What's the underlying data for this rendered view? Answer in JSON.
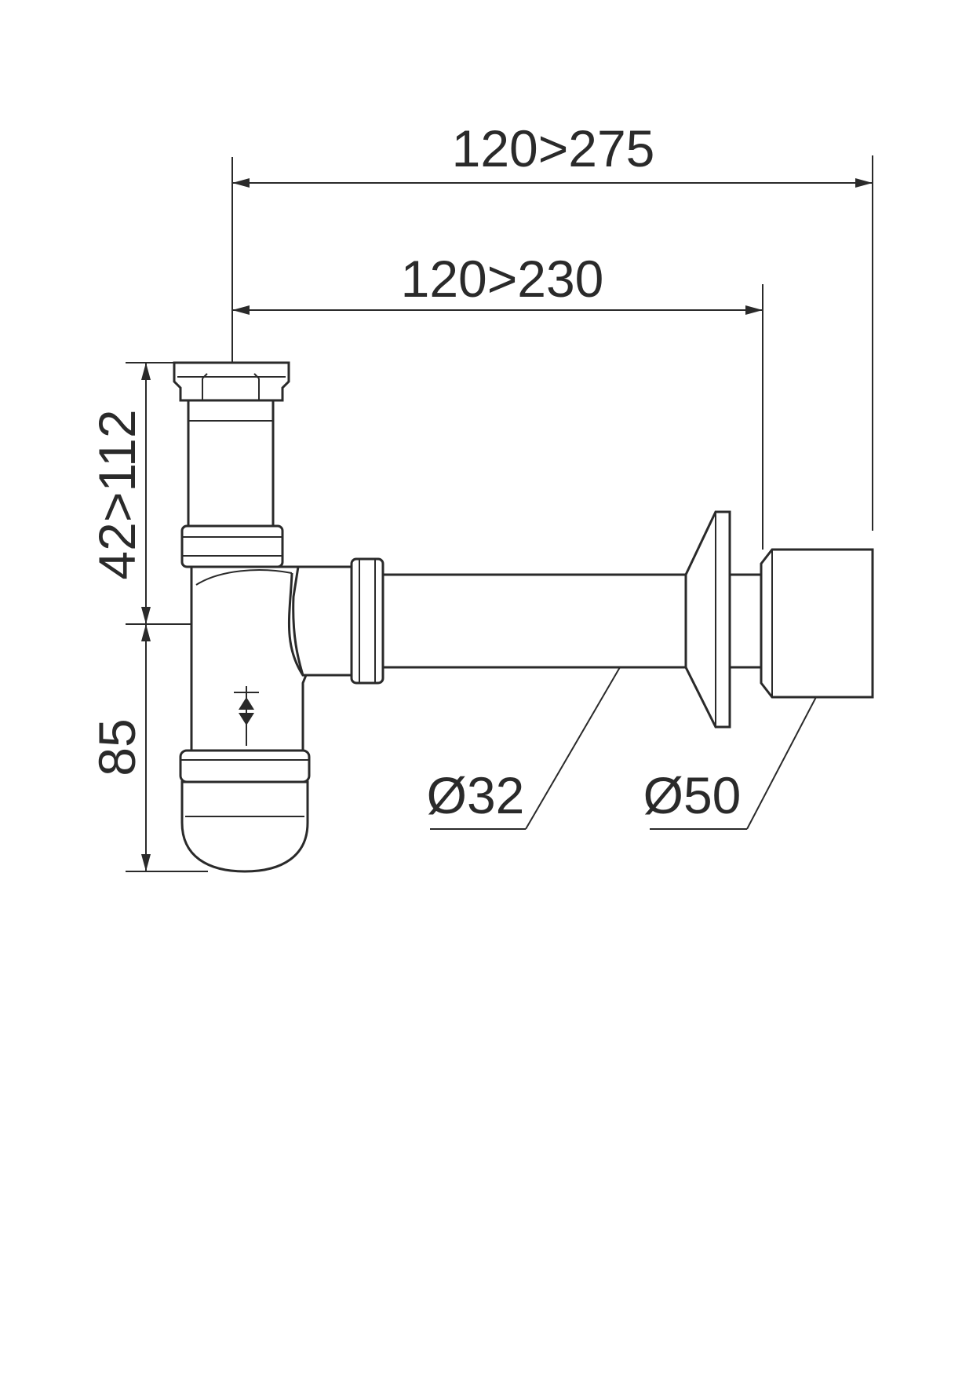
{
  "dimensions": {
    "overall_length": "120>275",
    "wall_offset": "120>230",
    "tailpiece_height": "42>112",
    "seal_depth": "85",
    "pipe_diameter": "Ø32",
    "outlet_diameter": "Ø50"
  },
  "colors": {
    "line": "#2a2a2a",
    "background": "#ffffff"
  }
}
